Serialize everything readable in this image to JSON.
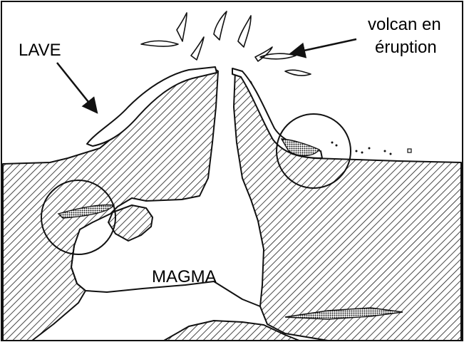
{
  "labels": {
    "lava": "LAVE",
    "volcano_line1": "volcan en",
    "volcano_line2": "éruption",
    "magma": "MAGMA"
  },
  "colors": {
    "ink": "#111111",
    "background": "#ffffff",
    "hatch": "#1a1a1a"
  }
}
